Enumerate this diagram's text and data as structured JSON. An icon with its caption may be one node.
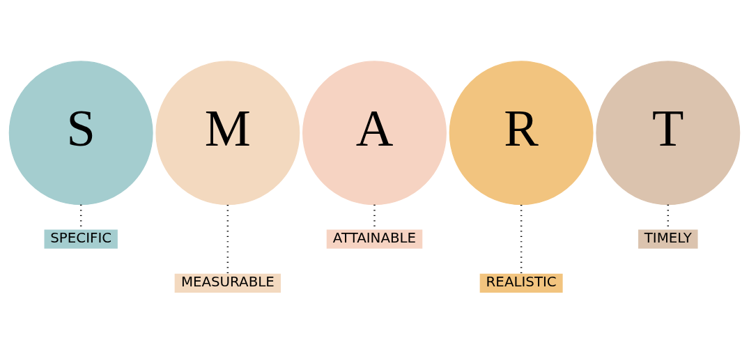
{
  "diagram": {
    "nodes": [
      {
        "text": [
          "S"
        ]
      },
      {
        "text": [
          "M"
        ]
      },
      {
        "text": [
          "A"
        ]
      },
      {
        "text": [
          "R"
        ]
      },
      {
        "text": [
          "T"
        ]
      },
      {
        "text": [
          "SPECIFIC"
        ]
      },
      {
        "text": [
          "MEASURABLE"
        ]
      },
      {
        "text": [
          "ATTAINABLE"
        ]
      },
      {
        "text": [
          "REALISTIC"
        ]
      },
      {
        "text": [
          "TIMELY"
        ]
      }
    ],
    "edges": [
      {
        "from": 0,
        "to": 5,
        "arrow": "none",
        "style": "dashed"
      },
      {
        "from": 1,
        "to": 6,
        "arrow": "none",
        "style": "dashed"
      },
      {
        "from": 2,
        "to": 7,
        "arrow": "none",
        "style": "dashed"
      },
      {
        "from": 3,
        "to": 8,
        "arrow": "none",
        "style": "dashed"
      },
      {
        "from": 4,
        "to": 9,
        "arrow": "none",
        "style": "dashed"
      }
    ]
  }
}
